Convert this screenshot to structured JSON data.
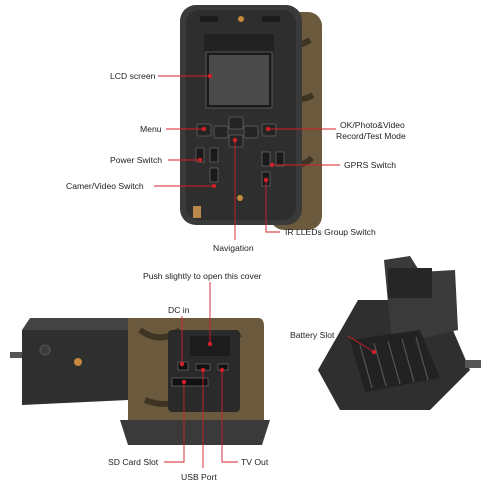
{
  "labels": {
    "lcd_screen": "LCD screen",
    "menu": "Menu",
    "power_switch": "Power Switch",
    "camera_video_switch": "Camer/Video Switch",
    "ok_line1": "OK/Photo&Video",
    "ok_line2": "Record/Test Mode",
    "gprs_switch": "GPRS Switch",
    "ir_leds_switch": "IR LLEDs Group Switch",
    "navigation": "Navigation",
    "push_cover": "Push slightly to open this cover",
    "dc_in": "DC in",
    "battery_slot": "Battery Slot",
    "sd_card_slot": "SD Card Slot",
    "usb_port": "USB Port",
    "tv_out": "TV Out"
  },
  "colors": {
    "callout": "#d0202a",
    "device_body": "#3a3a3a",
    "camo_shell": "#6b5a3e",
    "text": "#222222"
  }
}
